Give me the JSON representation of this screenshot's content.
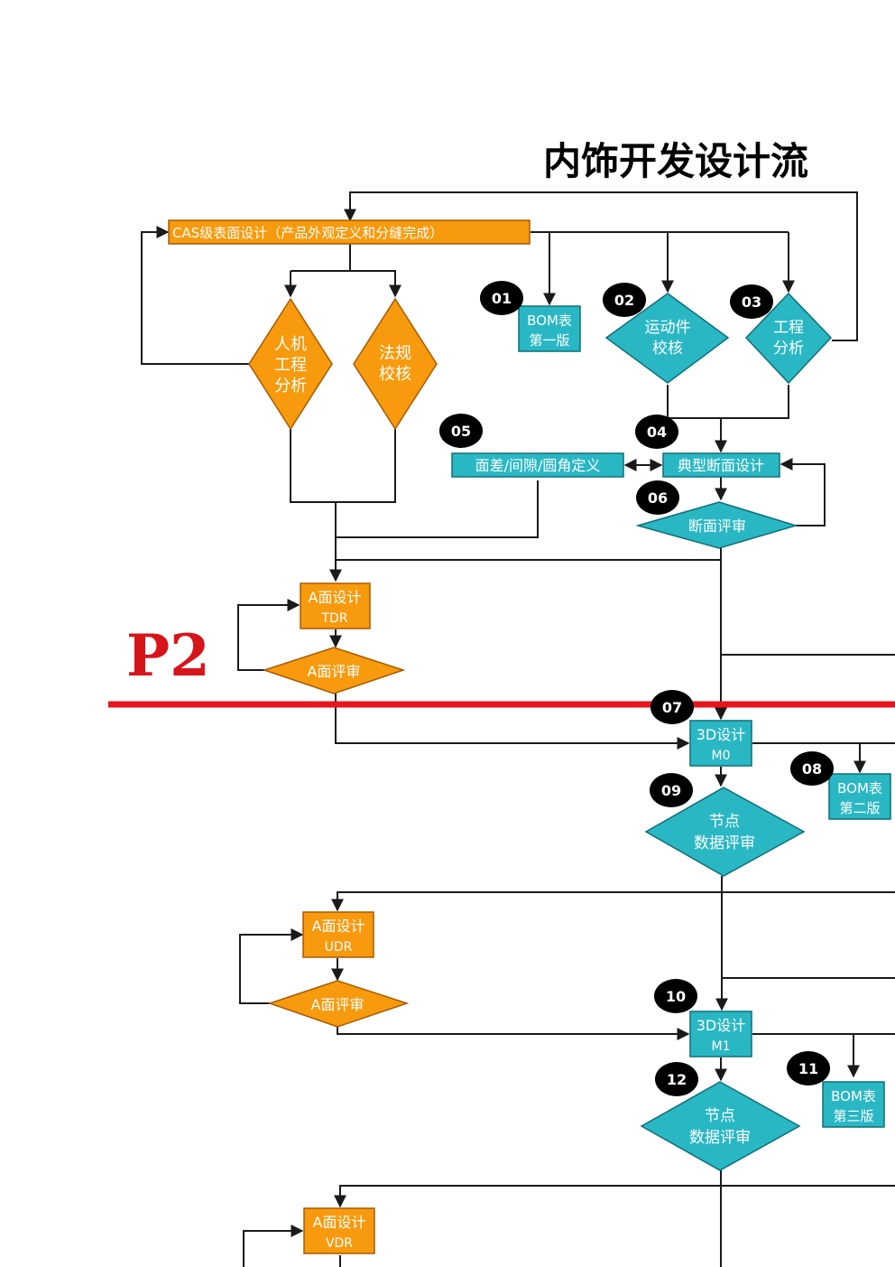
{
  "title": "内饰开发设计流",
  "colors": {
    "orange": "#f79a0e",
    "orange_border": "#a85a00",
    "teal": "#2ab7c4",
    "teal_border": "#0d6e78",
    "line": "#1a1a1a",
    "badge": "#000000",
    "phase_line": "#e8141b",
    "phase_text": "#d8141b"
  },
  "phase_label": "P2",
  "nodes": {
    "cas": "CAS级表面设计（产品外观定义和分缝完成）",
    "ergonomics": [
      "人机",
      "工程",
      "分析"
    ],
    "regulation": [
      "法规",
      "校核"
    ],
    "bom1": [
      "BOM表",
      "第一版"
    ],
    "kinematics": [
      "运动件",
      "校核"
    ],
    "engineering": [
      "工程",
      "分析"
    ],
    "gap": "面差/间隙/圆角定义",
    "section": "典型断面设计",
    "section_review": "断面评审",
    "a_tdr": [
      "A面设计",
      "TDR"
    ],
    "a_review_1": "A面评审",
    "m0": [
      "3D设计",
      "M0"
    ],
    "bom2": [
      "BOM表",
      "第二版"
    ],
    "node_review_1": [
      "节点",
      "数据评审"
    ],
    "a_udr": [
      "A面设计",
      "UDR"
    ],
    "a_review_2": "A面评审",
    "m1": [
      "3D设计",
      "M1"
    ],
    "bom3": [
      "BOM表",
      "第三版"
    ],
    "node_review_2": [
      "节点",
      "数据评审"
    ],
    "a_vdr": [
      "A面设计",
      "VDR"
    ]
  },
  "badges": [
    "01",
    "02",
    "03",
    "04",
    "05",
    "06",
    "07",
    "08",
    "09",
    "10",
    "11",
    "12"
  ]
}
